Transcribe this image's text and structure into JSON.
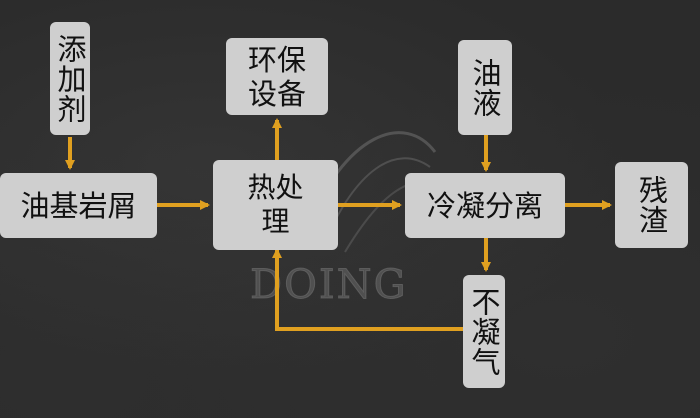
{
  "nodes": {
    "additive": "添加剂",
    "oil_base_rock_chips": "油基岩屑",
    "thermal_treatment": "热处理",
    "environmental_equipment": "环保设备",
    "oil_liquid": "油液",
    "condensation_separation": "冷凝分离",
    "residue": "残渣",
    "non_condensable_gas": "不凝气"
  },
  "watermark": {
    "text": "DOING"
  },
  "colors": {
    "background": "#2b2b2b",
    "box_fill": "#cfcfcf",
    "arrow": "#e0a020",
    "text": "#111111"
  }
}
